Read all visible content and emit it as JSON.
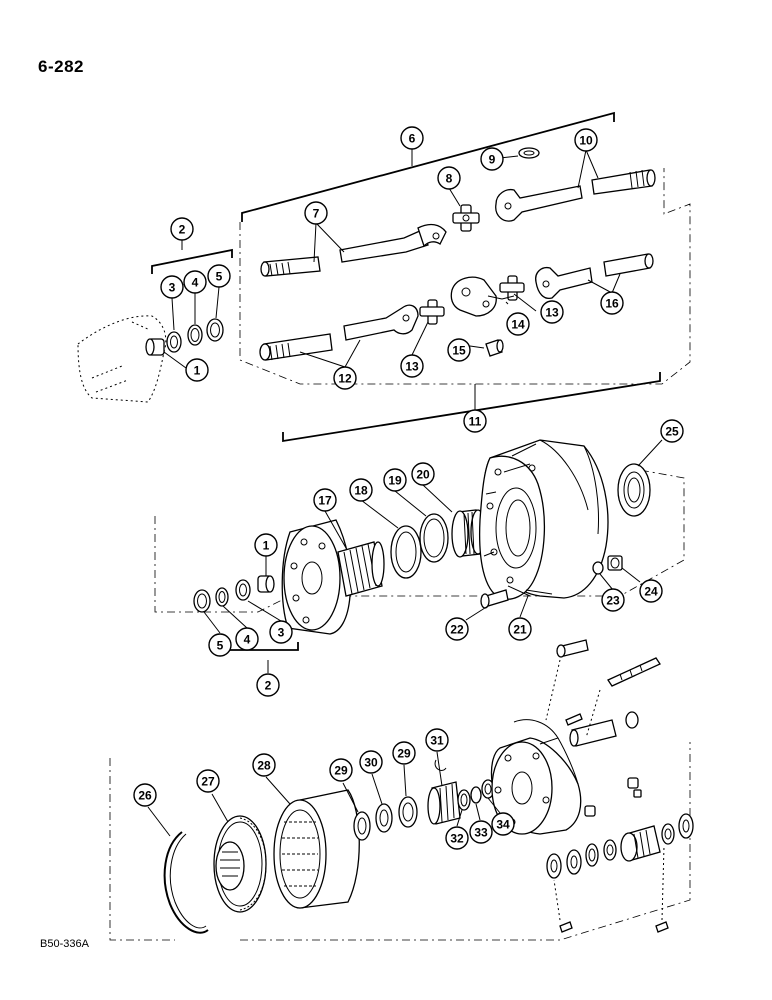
{
  "page_number": "6-282",
  "figure_code": "B50-336A",
  "callouts": [
    "1",
    "2",
    "3",
    "4",
    "5",
    "6",
    "7",
    "8",
    "9",
    "10",
    "11",
    "12",
    "13",
    "14",
    "15",
    "16",
    "17",
    "18",
    "19",
    "20",
    "21",
    "22",
    "23",
    "24",
    "25",
    "26",
    "27",
    "28",
    "29",
    "30",
    "31",
    "32",
    "33",
    "34"
  ]
}
